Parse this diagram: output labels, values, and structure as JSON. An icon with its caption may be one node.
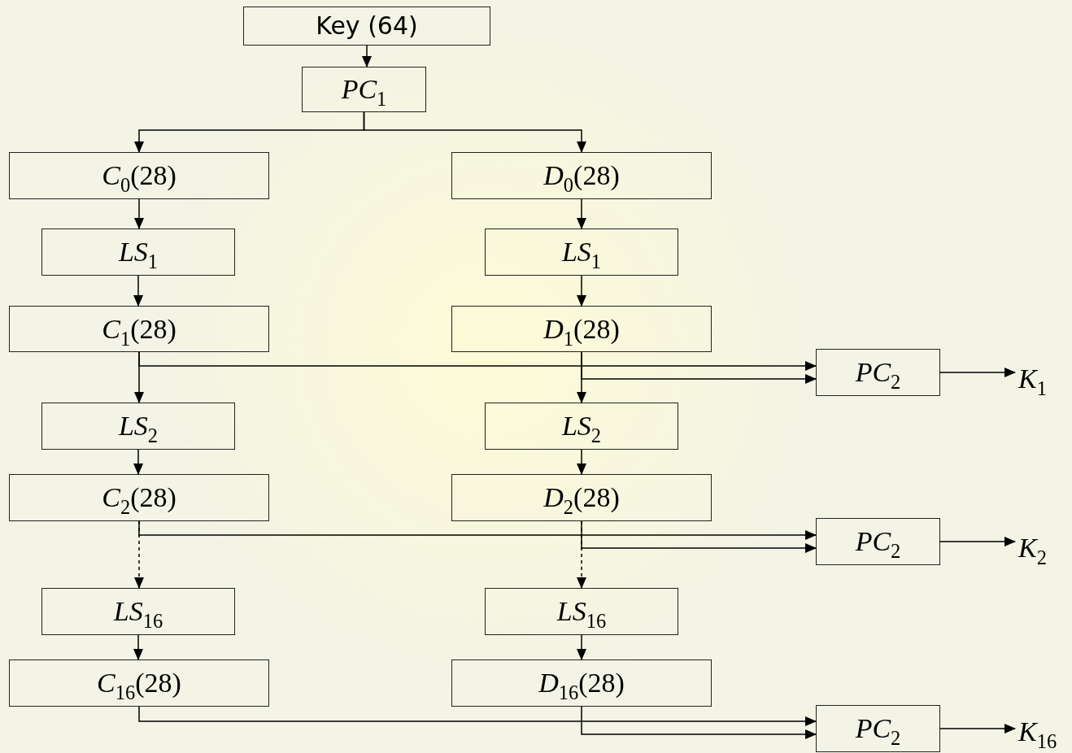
{
  "diagram": {
    "nodes": [
      {
        "text": [
          "Key (64)"
        ]
      },
      {
        "text": [
          "*PC*$_{1}$"
        ]
      },
      {
        "text": [
          "*C*$_{0}$(28)"
        ]
      },
      {
        "text": [
          "*D*$_{0}$(28)"
        ]
      },
      {
        "text": [
          "*LS*$_{1}$"
        ]
      },
      {
        "text": [
          "*LS*$_{1}$"
        ]
      },
      {
        "text": [
          "*C*$_{1}$(28)"
        ]
      },
      {
        "text": [
          "*D*$_{1}$(28)"
        ]
      },
      {
        "text": [
          "*PC*$_{2}$"
        ]
      },
      {
        "text": [
          "*K*$_{1}$"
        ]
      },
      {
        "text": [
          "*LS*$_{2}$"
        ]
      },
      {
        "text": [
          "*LS*$_{2}$"
        ]
      },
      {
        "text": [
          "*C*$_{2}$(28)"
        ]
      },
      {
        "text": [
          "*D*$_{2}$(28)"
        ]
      },
      {
        "text": [
          "*PC*$_{2}$"
        ]
      },
      {
        "text": [
          "*K*$_{2}$"
        ]
      },
      {
        "text": [
          "*LS*$_{16}$"
        ]
      },
      {
        "text": [
          "*LS*$_{16}$"
        ]
      },
      {
        "text": [
          "*C*$_{16}$(28)"
        ]
      },
      {
        "text": [
          "*D*$_{16}$(28)"
        ]
      },
      {
        "text": [
          "*PC*$_{2}$"
        ]
      },
      {
        "text": [
          "*K*$_{16}$"
        ]
      }
    ],
    "edges": [
      {
        "from": 0,
        "to": 1,
        "arrow": "to"
      },
      {
        "from": 1,
        "to": 2,
        "arrow": "to"
      },
      {
        "from": 1,
        "to": 3,
        "arrow": "to"
      },
      {
        "from": 2,
        "to": 4,
        "arrow": "to"
      },
      {
        "from": 4,
        "to": 6,
        "arrow": "to"
      },
      {
        "from": 3,
        "to": 5,
        "arrow": "to"
      },
      {
        "from": 5,
        "to": 7,
        "arrow": "to"
      },
      {
        "from": 6,
        "to": 8,
        "arrow": "to"
      },
      {
        "from": 7,
        "to": 8,
        "arrow": "to"
      },
      {
        "from": 8,
        "to": 9,
        "arrow": "to"
      },
      {
        "from": 6,
        "to": 10,
        "arrow": "to"
      },
      {
        "from": 7,
        "to": 11,
        "arrow": "to"
      },
      {
        "from": 10,
        "to": 12,
        "arrow": "to"
      },
      {
        "from": 11,
        "to": 13,
        "arrow": "to"
      },
      {
        "from": 12,
        "to": 14,
        "arrow": "to"
      },
      {
        "from": 13,
        "to": 14,
        "arrow": "to"
      },
      {
        "from": 14,
        "to": 15,
        "arrow": "to"
      },
      {
        "from": 12,
        "to": 16,
        "arrow": "to",
        "style": "dashed"
      },
      {
        "from": 13,
        "to": 17,
        "arrow": "to",
        "style": "dashed"
      },
      {
        "from": 16,
        "to": 18,
        "arrow": "to"
      },
      {
        "from": 17,
        "to": 19,
        "arrow": "to"
      },
      {
        "from": 18,
        "to": 20,
        "arrow": "to"
      },
      {
        "from": 19,
        "to": 20,
        "arrow": "to"
      },
      {
        "from": 20,
        "to": 21,
        "arrow": "to"
      }
    ]
  }
}
